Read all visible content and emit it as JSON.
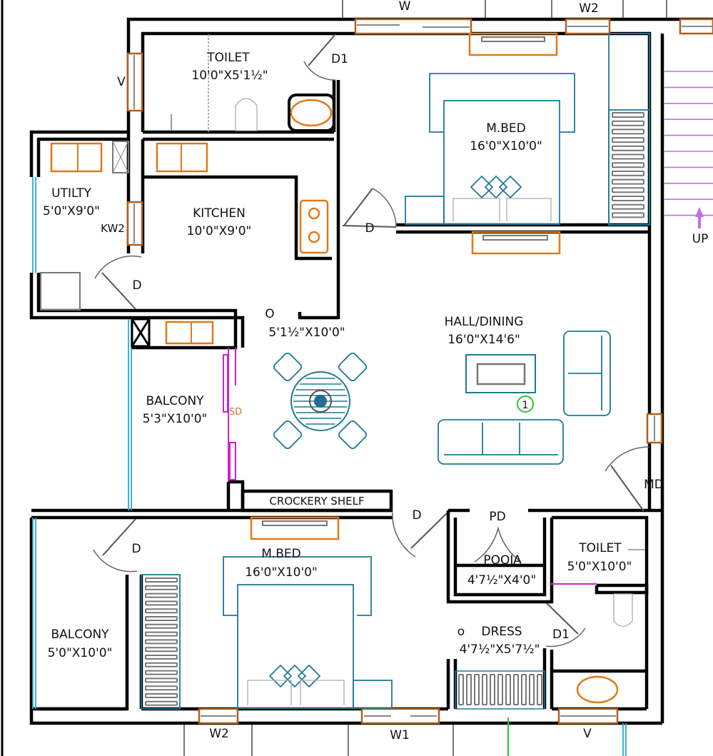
{
  "plan": {
    "title": "Residential floor plan",
    "rooms": [
      {
        "id": "toilet-top",
        "name": "TOILET",
        "size": "10'0\"X5'1½\""
      },
      {
        "id": "master-bed-top",
        "name": "M.BED",
        "size": "16'0\"X10'0\""
      },
      {
        "id": "utility",
        "name": "UTILTY",
        "size": "5'0\"X9'0\""
      },
      {
        "id": "kitchen",
        "name": "KITCHEN",
        "size": "10'0\"X9'0\""
      },
      {
        "id": "open",
        "name": "O",
        "size": "5'1½\"X10'0\""
      },
      {
        "id": "hall-dining",
        "name": "HALL/DINING",
        "size": "16'0\"X14'6\""
      },
      {
        "id": "balcony-mid",
        "name": "BALCONY",
        "size": "5'3\"X10'0\""
      },
      {
        "id": "crockery",
        "name": "CROCKERY SHELF",
        "size": ""
      },
      {
        "id": "master-bed-bottom",
        "name": "M.BED",
        "size": "16'0\"X10'0\""
      },
      {
        "id": "pooja",
        "name": "POOJA",
        "size": "4'7½\"X4'0\""
      },
      {
        "id": "toilet-bottom",
        "name": "TOILET",
        "size": "5'0\"X10'0\""
      },
      {
        "id": "dress",
        "name": "DRESS",
        "size": "4'7½\"X5'7½\"",
        "prefix": "o"
      },
      {
        "id": "balcony-bottom",
        "name": "BALCONY",
        "size": "5'0\"X10'0\""
      }
    ],
    "openings": {
      "w_top": "W",
      "w2_top": "W2",
      "v_left": "V",
      "d1_top": "D1",
      "d_mbed_top": "D",
      "kw": "KW2",
      "d_utility": "D",
      "sd": "SD",
      "md": "MD",
      "d_hall": "D",
      "pd": "PD",
      "d_bal_bottom": "D",
      "d1_bottom": "D1",
      "w2_bottom": "W2",
      "w1_bottom": "W1",
      "v_bottom": "V"
    },
    "stairs": {
      "label": "UP",
      "direction": "up"
    },
    "marker": {
      "label": "1"
    },
    "colors": {
      "wall": "#000000",
      "window": "#b0601a",
      "furniture": "#1f7a95",
      "fixture": "#e07a18",
      "stair": "#c070e0",
      "glass": "#2aa9d8",
      "sliding": "#d020d0"
    }
  }
}
